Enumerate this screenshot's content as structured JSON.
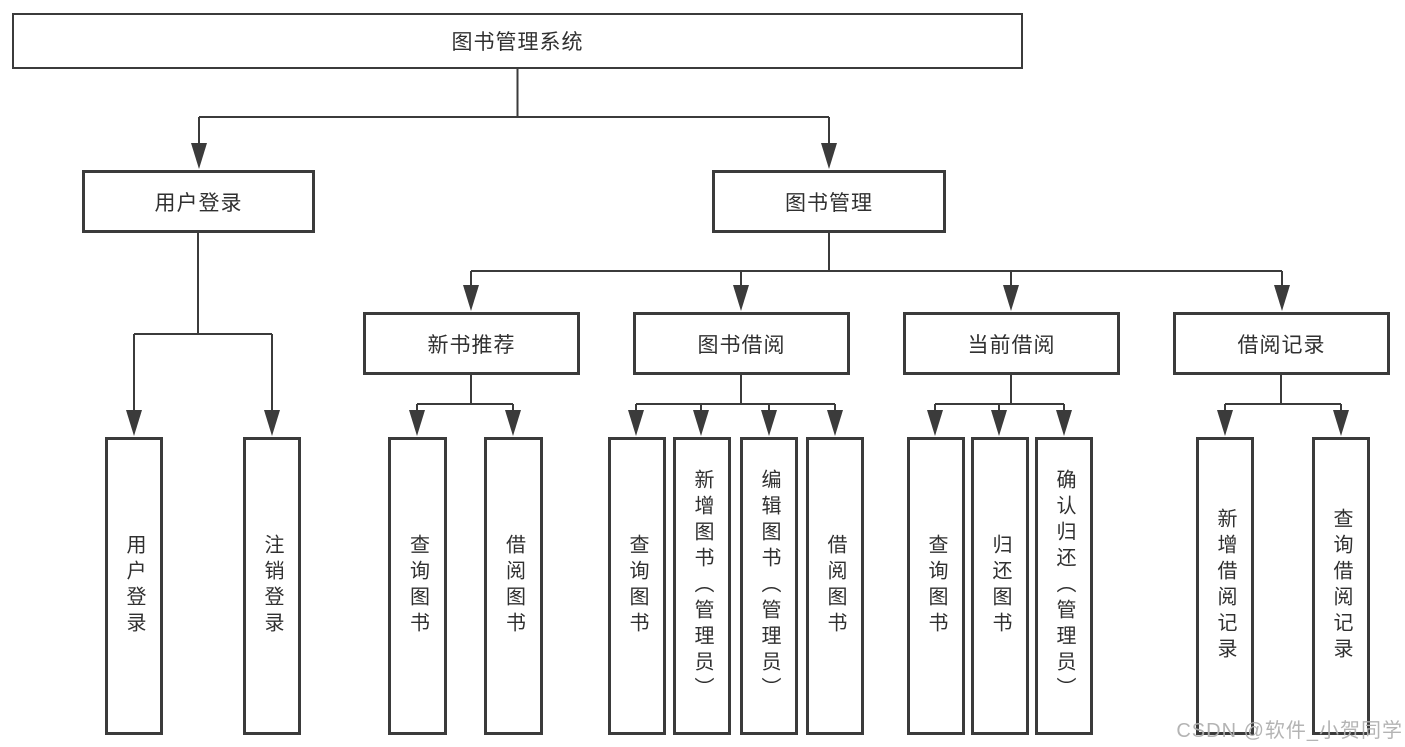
{
  "diagram": {
    "root": {
      "label": "图书管理系统"
    },
    "branches": [
      {
        "label": "用户登录",
        "children": [
          {
            "label": "用户登录"
          },
          {
            "label": "注销登录"
          }
        ]
      },
      {
        "label": "图书管理",
        "children": [
          {
            "label": "新书推荐",
            "children": [
              {
                "label": "查询图书"
              },
              {
                "label": "借阅图书"
              }
            ]
          },
          {
            "label": "图书借阅",
            "children": [
              {
                "label": "查询图书"
              },
              {
                "label": "新增图书（管理员）"
              },
              {
                "label": "编辑图书（管理员）"
              },
              {
                "label": "借阅图书"
              }
            ]
          },
          {
            "label": "当前借阅",
            "children": [
              {
                "label": "查询图书"
              },
              {
                "label": "归还图书"
              },
              {
                "label": "确认归还（管理员）"
              }
            ]
          },
          {
            "label": "借阅记录",
            "children": [
              {
                "label": "新增借阅记录"
              },
              {
                "label": "查询借阅记录"
              }
            ]
          }
        ]
      }
    ]
  },
  "watermark": {
    "text": "CSDN @软件_小贺同学"
  },
  "colors": {
    "line": "#3b3b3b",
    "text": "#303030",
    "watermark": "#b0b0b0",
    "background": "#ffffff"
  }
}
